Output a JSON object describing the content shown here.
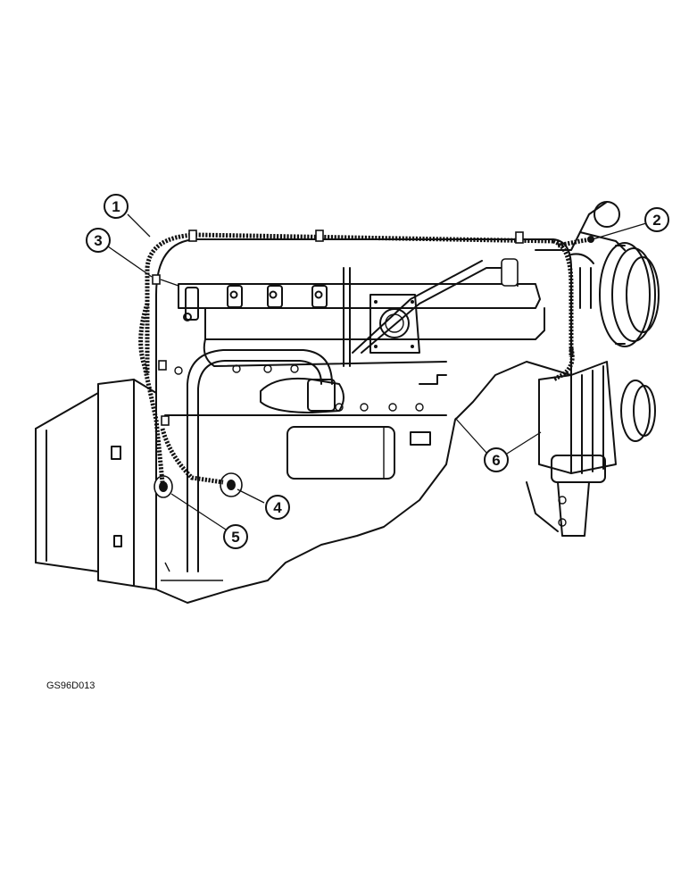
{
  "figure_id": "GS96D013",
  "callouts": [
    {
      "label": "1"
    },
    {
      "label": "2"
    },
    {
      "label": "3"
    },
    {
      "label": "4"
    },
    {
      "label": "5"
    },
    {
      "label": "6"
    }
  ]
}
